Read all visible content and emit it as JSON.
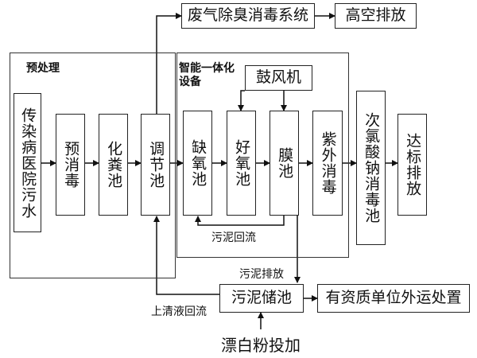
{
  "groups": {
    "pretreatment": "预处理",
    "smart_device": "智能一体化设备"
  },
  "boxes": {
    "exhaust": "废气除臭消毒系统",
    "high_altitude": "高空排放",
    "hospital_wastewater": "传染病医院污水",
    "pre_disinfection": "预消毒",
    "septic_tank": "化粪池",
    "regulating_tank": "调节池",
    "anoxic_tank": "缺氧池",
    "aerobic_tank": "好氧池",
    "membrane_tank": "膜池",
    "blower": "鼓风机",
    "uv_disinfection": "紫外消毒",
    "hypochlorite_tank": "次氯酸钠消毒池",
    "standard_discharge": "达标排放",
    "sludge_tank": "污泥储池",
    "qualified_unit": "有资质单位外运处置"
  },
  "labels": {
    "sludge_return": "污泥回流",
    "sludge_discharge": "污泥排放",
    "supernatant_return": "上清液回流",
    "bleach_dosing": "漂白粉投加"
  }
}
